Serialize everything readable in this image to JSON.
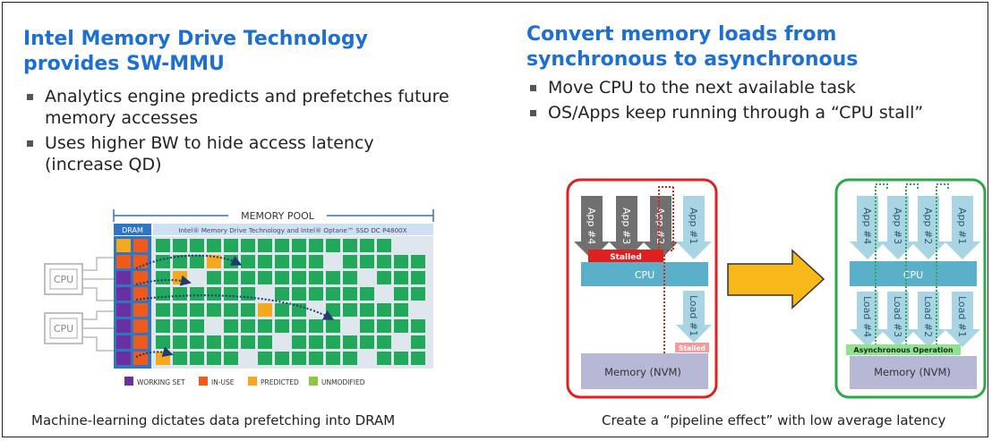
{
  "left": {
    "title_line1": "Intel Memory Drive Technology",
    "title_line2": "provides SW-MMU",
    "bullets": [
      {
        "line1": "Analytics engine predicts and prefetches future",
        "line2": "memory accesses"
      },
      {
        "line1": "Uses higher BW to hide access latency",
        "line2": "(increase QD)"
      }
    ],
    "pool_title": "MEMORY POOL",
    "dram_label": "DRAM",
    "pool_subtitle": "Intel® Memory Drive Technology and Intel® Optane™ SSD DC P4800X",
    "cpu_label": "CPU",
    "legend": [
      {
        "label": "WORKING SET",
        "color": "#6a2fa0"
      },
      {
        "label": "IN-USE",
        "color": "#ef5a1a"
      },
      {
        "label": "PREDICTED",
        "color": "#f4a91c"
      },
      {
        "label": "UNMODIFIED",
        "color": "#8dc63f"
      }
    ],
    "caption": "Machine-learning dictates data prefetching into DRAM"
  },
  "right": {
    "title_line1": "Convert memory loads from",
    "title_line2": "synchronous to asynchronous",
    "bullets": [
      "Move CPU to the next available task",
      "OS/Apps keep running through a “CPU stall”"
    ],
    "sync_panel": {
      "apps": [
        "App #4",
        "App #3",
        "App #2",
        "App #1"
      ],
      "stalled_label": "Stalled",
      "cpu_label": "CPU",
      "load_label": "Load #1",
      "stalled_small": "Stalled",
      "memory_label": "Memory (NVM)",
      "border_color": "#e0201e"
    },
    "async_panel": {
      "apps": [
        "App #4",
        "App #3",
        "App #2",
        "App #1"
      ],
      "cpu_label": "CPU",
      "loads": [
        "Load #4",
        "Load #3",
        "Load #2",
        "Load #1"
      ],
      "async_label": "Asynchronous Operation",
      "memory_label": "Memory (NVM)",
      "border_color": "#2aa84a"
    },
    "caption": "Create a “pipeline effect” with low average latency"
  },
  "colors": {
    "heading": "#1f6fd0",
    "cpu_bar": "#5ab0c9",
    "arrow": "#f8b81a",
    "memory_box": "#b7b8d6",
    "app_gray": "#707070",
    "app_blue": "#a8d4e4"
  }
}
